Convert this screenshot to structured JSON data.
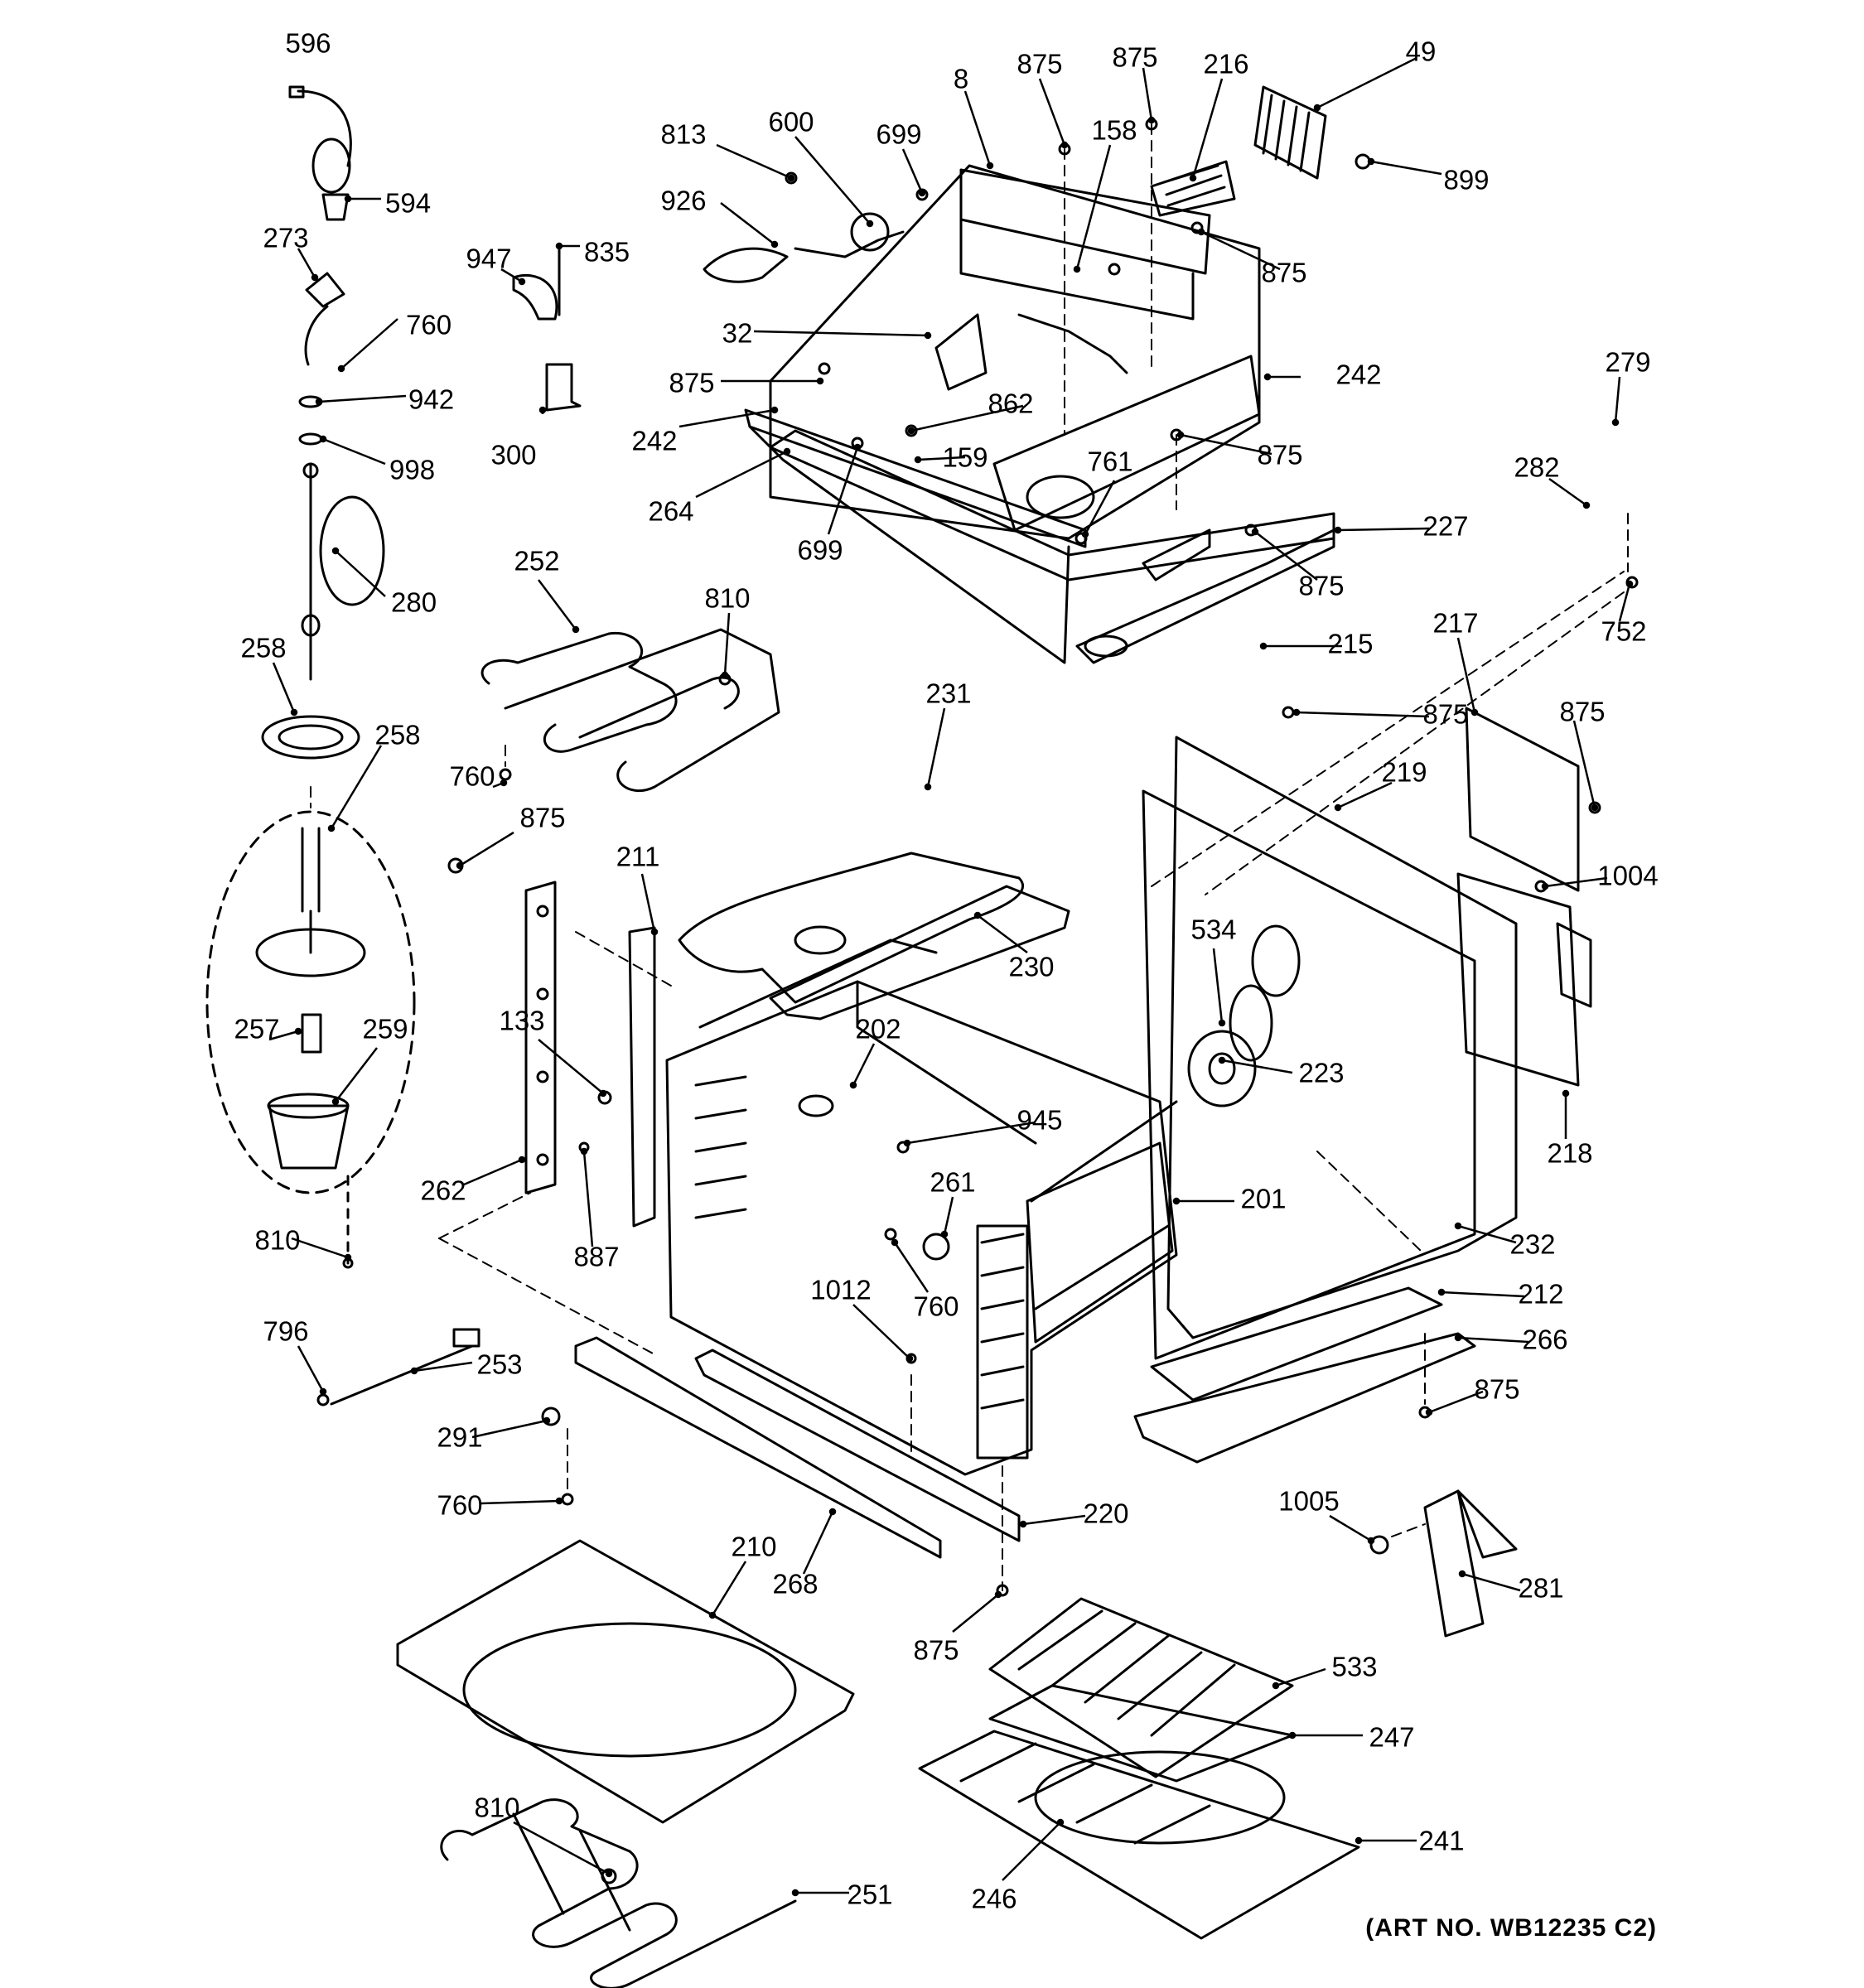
{
  "diagram": {
    "art_number": "(ART NO. WB12235 C2)",
    "colors": {
      "line": "#000000",
      "background": "#ffffff"
    },
    "callouts": [
      "596",
      "594",
      "273",
      "760",
      "942",
      "998",
      "280",
      "258",
      "258",
      "257",
      "259",
      "810",
      "947",
      "835",
      "300",
      "813",
      "600",
      "699",
      "926",
      "32",
      "875",
      "242",
      "264",
      "862",
      "159",
      "699",
      "8",
      "875",
      "875",
      "216",
      "158",
      "49",
      "899",
      "875",
      "242",
      "875",
      "761",
      "227",
      "875",
      "215",
      "875",
      "279",
      "282",
      "752",
      "252",
      "810",
      "760",
      "231",
      "230",
      "875",
      "211",
      "133",
      "262",
      "887",
      "202",
      "945",
      "261",
      "760",
      "1012",
      "201",
      "534",
      "223",
      "219",
      "217",
      "875",
      "1004",
      "218",
      "232",
      "212",
      "266",
      "875",
      "796",
      "253",
      "291",
      "760",
      "220",
      "268",
      "875",
      "210",
      "1005",
      "281",
      "533",
      "247",
      "241",
      "246",
      "810",
      "251"
    ]
  }
}
